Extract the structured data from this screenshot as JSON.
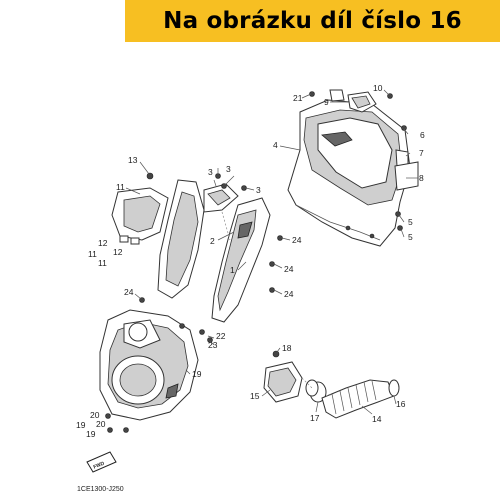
{
  "banner": {
    "text": "Na obrázku díl číslo 16",
    "background": "#f7bf22"
  },
  "diagram": {
    "labels": [
      "21",
      "10",
      "9",
      "6",
      "7",
      "8",
      "4",
      "5",
      "5",
      "13",
      "3",
      "3",
      "3",
      "11",
      "2",
      "24",
      "24",
      "24",
      "1",
      "12",
      "11",
      "12",
      "11",
      "24",
      "18",
      "22",
      "23",
      "19",
      "15",
      "17",
      "14",
      "16",
      "20",
      "19",
      "20",
      "19"
    ],
    "fwd_label": "FWD",
    "figure_code": "1CE1300-J250"
  }
}
